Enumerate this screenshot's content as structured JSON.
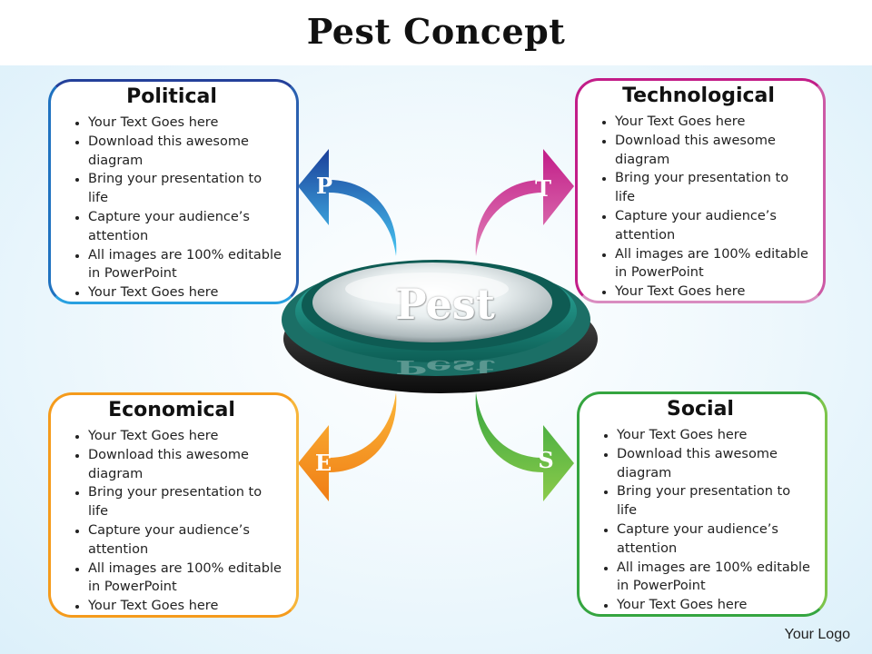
{
  "title": "Pest Concept",
  "center_label": "Pest",
  "logo": "Your Logo",
  "colors": {
    "political": "#1f72c0",
    "technological": "#c21d88",
    "economical": "#f59b1c",
    "social": "#35a540",
    "center": "#1f8c80"
  },
  "boxes": {
    "political": {
      "heading": "Political",
      "letter": "P",
      "bullets": [
        "Your Text Goes here",
        "Download this awesome diagram",
        "Bring your presentation to life",
        "Capture your audience’s attention",
        "All images are 100% editable in PowerPoint",
        "Your Text Goes here"
      ]
    },
    "technological": {
      "heading": "Technological",
      "letter": "T",
      "bullets": [
        "Your Text Goes here",
        "Download this awesome diagram",
        "Bring your presentation to life",
        "Capture your audience’s attention",
        "All images are 100% editable in PowerPoint",
        "Your Text Goes here"
      ]
    },
    "economical": {
      "heading": "Economical",
      "letter": "E",
      "bullets": [
        "Your Text Goes here",
        "Download this awesome diagram",
        "Bring your presentation to life",
        "Capture your audience’s attention",
        "All images are 100% editable in PowerPoint",
        "Your Text Goes here"
      ]
    },
    "social": {
      "heading": "Social",
      "letter": "S",
      "bullets": [
        "Your Text Goes here",
        "Download this awesome diagram",
        "Bring your presentation to life",
        "Capture your audience’s attention",
        "All images are 100% editable in PowerPoint",
        "Your Text Goes here"
      ]
    }
  }
}
